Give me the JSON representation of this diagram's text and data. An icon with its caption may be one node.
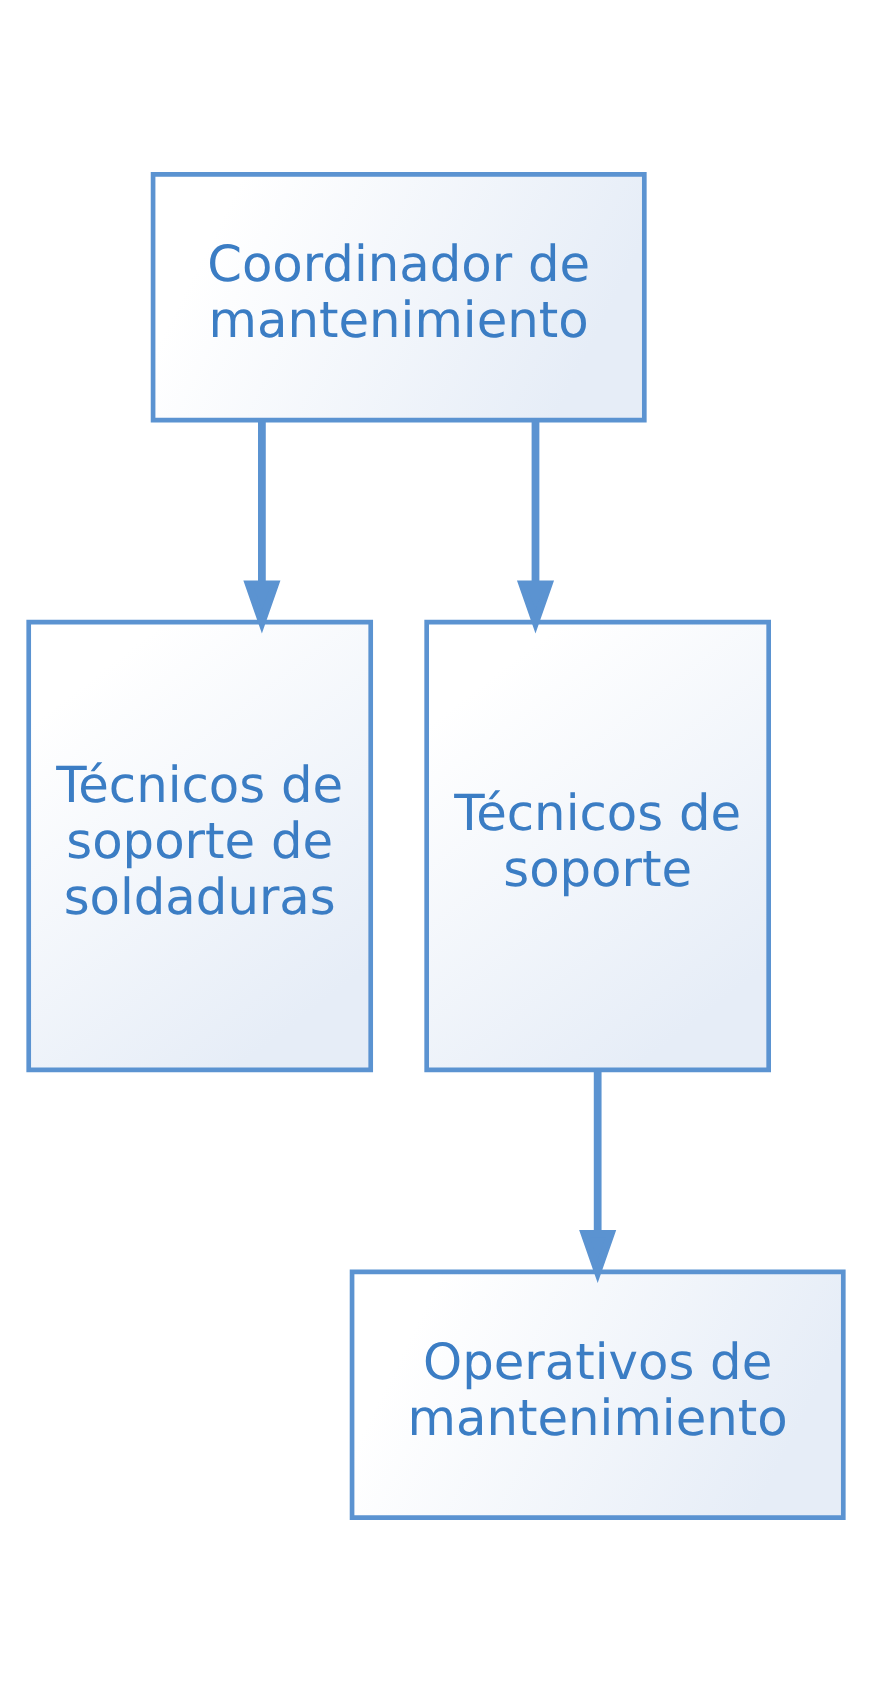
{
  "diagram": {
    "nodes": [
      {
        "text": [
          "Coordinador de mantenimiento"
        ]
      },
      {
        "text": [
          "Técnicos de soporte de soldaduras"
        ]
      },
      {
        "text": [
          "Técnicos de soporte"
        ]
      },
      {
        "text": [
          "Operativos de mantenimiento"
        ]
      }
    ],
    "edges": [
      {
        "from": 0,
        "to": 1,
        "arrow": "to"
      },
      {
        "from": 0,
        "to": 2,
        "arrow": "to"
      },
      {
        "from": 2,
        "to": 3,
        "arrow": "to"
      }
    ]
  }
}
